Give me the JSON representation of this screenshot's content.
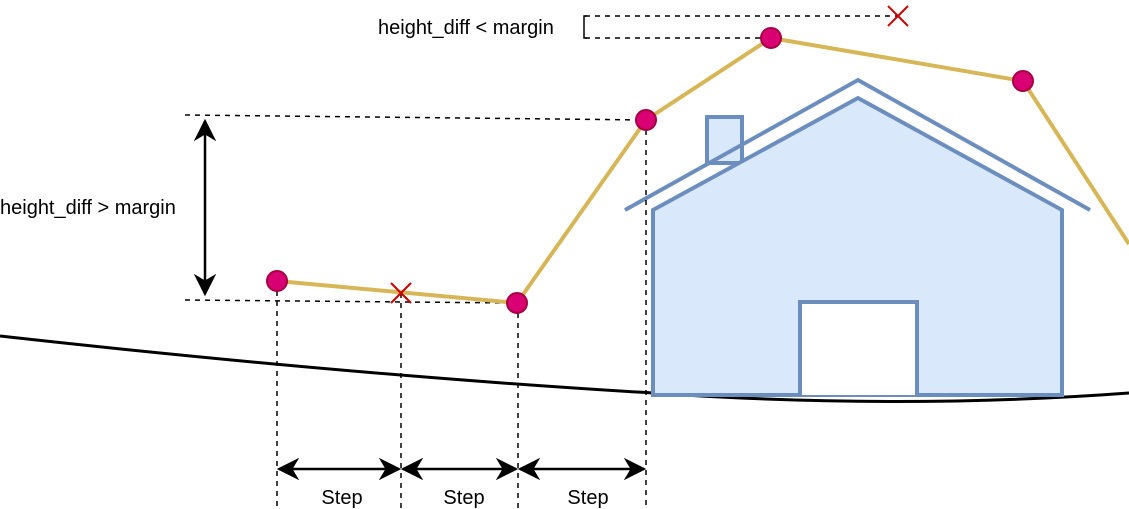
{
  "labels": {
    "height_diff_small": "height_diff < margin",
    "height_diff_large": "height_diff > margin",
    "steps": [
      "Step",
      "Step",
      "Step"
    ]
  },
  "colors": {
    "profile_line": "#d6b656",
    "sample_point_fill": "#d80073",
    "sample_point_stroke": "#a50040",
    "rejected_mark": "#cc0000",
    "house_fill": "#dae8fc",
    "house_stroke": "#6c8ebf",
    "ground": "#000000"
  },
  "icons": {
    "house": "house-icon",
    "rejected": "x-mark-icon"
  }
}
